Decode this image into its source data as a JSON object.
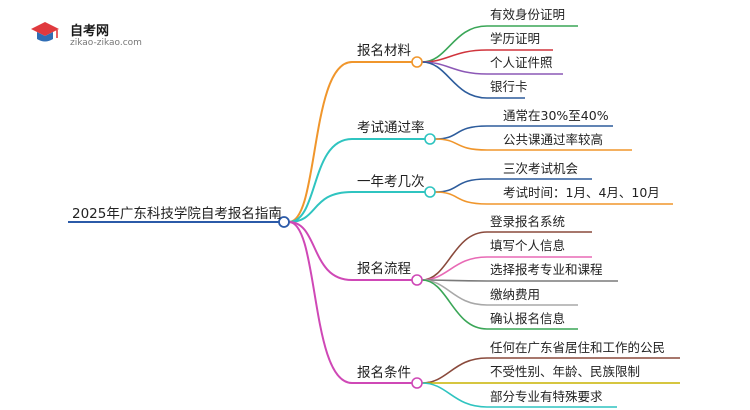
{
  "logo": {
    "title": "自考网",
    "url": "zikao-zikao.com",
    "colors": {
      "red": "#e0393e",
      "blue": "#2f6db5"
    }
  },
  "root": {
    "label": "2025年广东科技学院自考报名指南",
    "color": "#2b5aa8"
  },
  "branches": [
    {
      "label": "报名材料",
      "color": "#f0962c",
      "children": [
        {
          "label": "有效身份证明",
          "color": "#3aa657"
        },
        {
          "label": "学历证明",
          "color": "#d0343c"
        },
        {
          "label": "个人证件照",
          "color": "#8c58b6"
        },
        {
          "label": "银行卡",
          "color": "#2d5c9c"
        }
      ]
    },
    {
      "label": "考试通过率",
      "color": "#2fc4c0",
      "children": [
        {
          "label": "通常在30%至40%",
          "color": "#2d5c9c"
        },
        {
          "label": "公共课通过率较高",
          "color": "#f0962c"
        }
      ]
    },
    {
      "label": "一年考几次",
      "color": "#2fc4c0",
      "children": [
        {
          "label": "三次考试机会",
          "color": "#2d5c9c"
        },
        {
          "label": "考试时间：1月、4月、10月",
          "color": "#f0962c"
        }
      ]
    },
    {
      "label": "报名流程",
      "color": "#cf48b6",
      "children": [
        {
          "label": "登录报名系统",
          "color": "#8a4a3c"
        },
        {
          "label": "填写个人信息",
          "color": "#e86ab5"
        },
        {
          "label": "选择报考专业和课程",
          "color": "#7a7a7a"
        },
        {
          "label": "缴纳费用",
          "color": "#a8a8a8"
        },
        {
          "label": "确认报名信息",
          "color": "#3aa657"
        }
      ]
    },
    {
      "label": "报名条件",
      "color": "#cf48b6",
      "children": [
        {
          "label": "任何在广东省居住和工作的公民",
          "color": "#8a4a3c"
        },
        {
          "label": "不受性别、年龄、民族限制",
          "color": "#c8b400"
        },
        {
          "label": "部分专业有特殊要求",
          "color": "#2fc4c0"
        }
      ]
    }
  ]
}
